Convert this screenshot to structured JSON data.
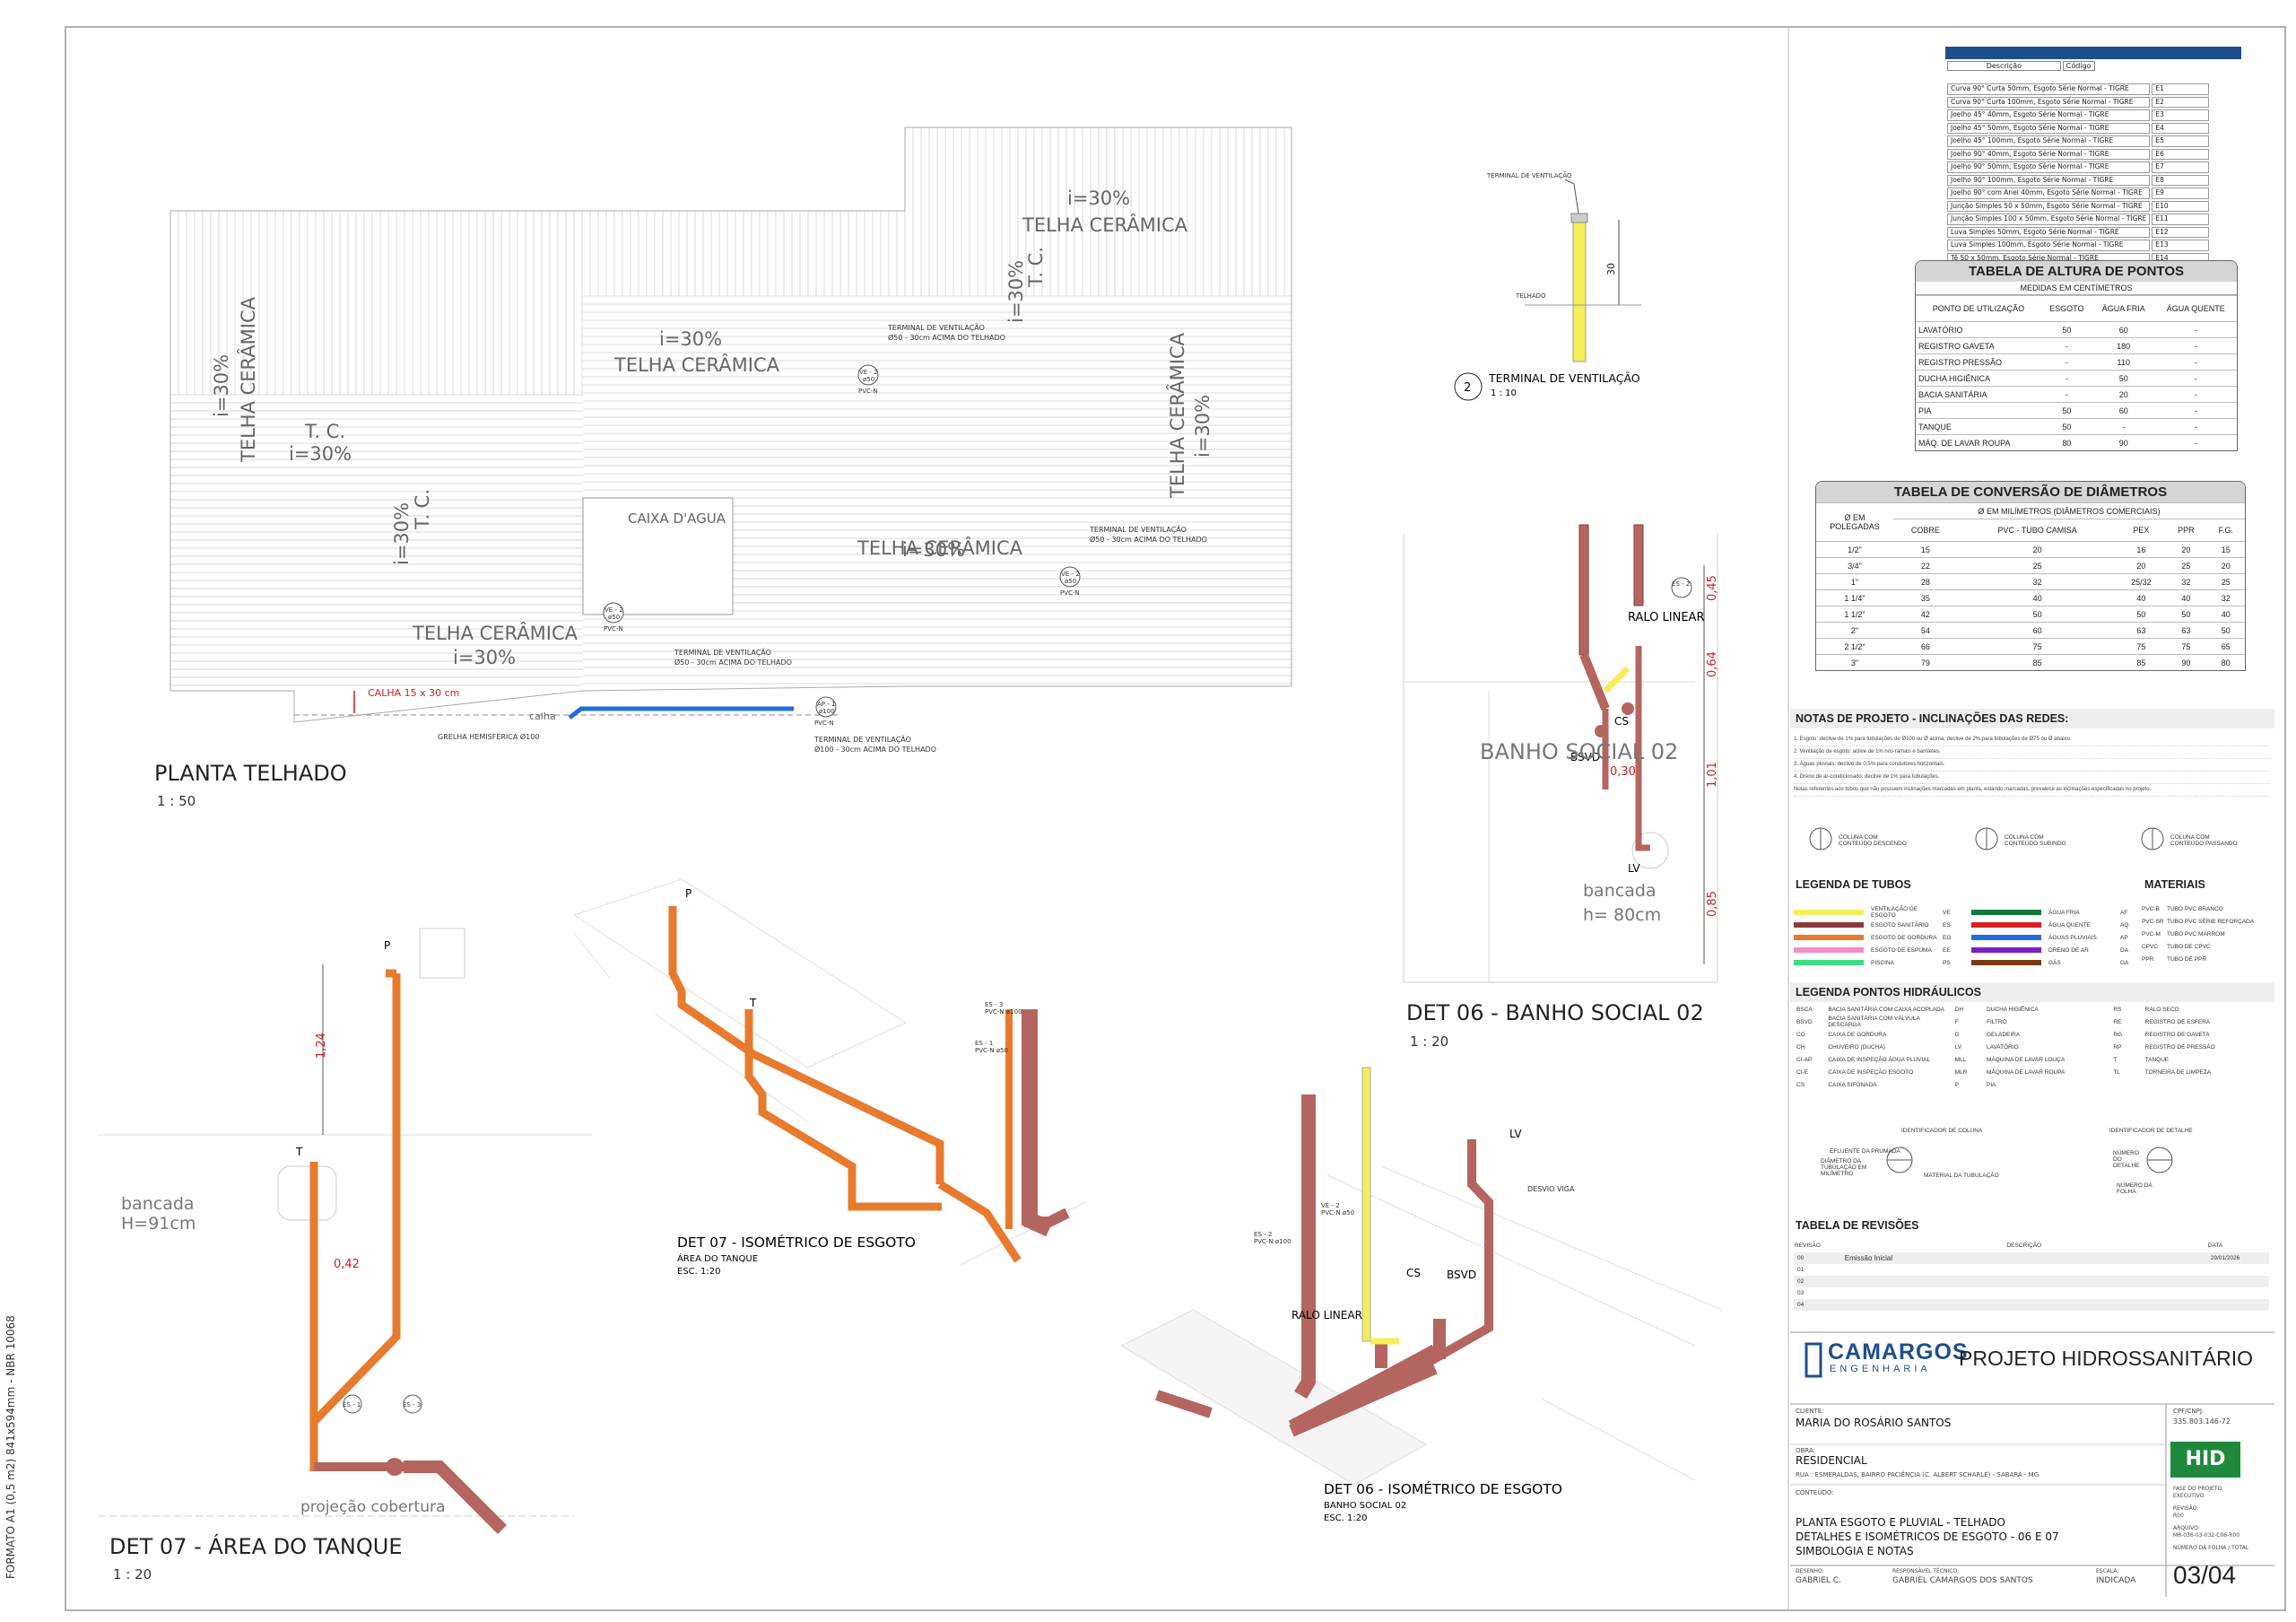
{
  "sheet": {
    "format_label": "FORMATO A1 (0,5 m2)  841x594mm - NBR 10068",
    "sheet_number": "03/04"
  },
  "roof_plan": {
    "title": "PLANTA TELHADO",
    "scale": "1 : 50",
    "slopes": [
      "i=30%",
      "TELHA CERÂMICA",
      "T. C.",
      "CAIXA D'AGUA"
    ],
    "gutter_label": "CALHA 15 x 30 cm",
    "gutter_text": "calha",
    "grid_label": "GRELHA HEMISFÉRICA Ø100",
    "vent_note_1": "TERMINAL DE VENTILAÇÃO",
    "vent_note_2": "Ø50 - 30cm ACIMA DO TELHADO",
    "vent_note_3": "Ø100 - 30cm ACIMA DO TELHADO",
    "tag_ve": "VE - 2",
    "tag_d50": "ø50",
    "tag_pvc": "PVC-N",
    "tag_ap": "AP - 1",
    "tag_d100": "ø100"
  },
  "vent_detail": {
    "number": "2",
    "title": "TERMINAL DE VENTILAÇÃO",
    "scale": "1 : 10",
    "label_top": "TERMINAL DE VENTILAÇÃO",
    "label_roof": "TELHADO",
    "dim": "30"
  },
  "det06": {
    "title": "DET 06 - BANHO SOCIAL 02",
    "scale": "1 : 20",
    "room": "BANHO SOCIAL 02",
    "bench": "bancada",
    "bench_h": "h= 80cm",
    "ralo": "RALO LINEAR",
    "cs": "CS",
    "bsvd": "BSVD",
    "lv": "LV",
    "dims": [
      "0,45",
      "0,64",
      "1,01",
      "0,85",
      "0,30"
    ],
    "tag_es": "ES - 2"
  },
  "det06_iso": {
    "title": "DET 06 - ISOMÉTRICO DE ESGOTO",
    "sub": "BANHO SOCIAL 02",
    "esc": "ESC. 1:20",
    "lv": "LV",
    "cs": "CS",
    "bsvd": "BSVD",
    "ralo": "RALO LINEAR",
    "desvio": "DESVIO VIGA",
    "tag_ve": "VE - 2",
    "tag_ve_d": "PVC-N ø50",
    "tag_es": "ES - 2",
    "tag_es_d": "PVC-N ø100"
  },
  "det07": {
    "title": "DET 07 - ÁREA DO TANQUE",
    "scale": "1 : 20",
    "bench": "bancada",
    "bench_h": "H=91cm",
    "proj": "projeção cobertura",
    "p": "P",
    "t": "T",
    "dims": [
      "1,24",
      "0,42"
    ],
    "tag_es1": "ES - 1",
    "tag_es3": "ES - 3"
  },
  "det07_iso": {
    "title": "DET 07 - ISOMÉTRICO DE ESGOTO",
    "sub": "ÁREA DO TANQUE",
    "esc": "ESC. 1:20",
    "p": "P",
    "t": "T",
    "tag_es3": "ES - 3",
    "tag_es3_d": "PVC-N ø100",
    "tag_es1": "ES - 1",
    "tag_es1_d": "PVC-N ø50"
  },
  "fittings_table": {
    "col_desc": "Descrição",
    "col_code": "Código",
    "rows": [
      [
        "Curva 90° Curta 50mm, Esgoto Série Normal - TIGRE",
        "E1"
      ],
      [
        "Curva 90° Curta 100mm, Esgoto Série Normal - TIGRE",
        "E2"
      ],
      [
        "Joelho 45° 40mm, Esgoto Série Normal - TIGRE",
        "E3"
      ],
      [
        "Joelho 45° 50mm, Esgoto Série Normal - TIGRE",
        "E4"
      ],
      [
        "Joelho 45° 100mm, Esgoto Série Normal - TIGRE",
        "E5"
      ],
      [
        "Joelho 90° 40mm, Esgoto Série Normal - TIGRE",
        "E6"
      ],
      [
        "Joelho 90° 50mm, Esgoto Série Normal - TIGRE",
        "E7"
      ],
      [
        "Joelho 90° 100mm, Esgoto Série Normal - TIGRE",
        "E8"
      ],
      [
        "Joelho 90° com Anel 40mm, Esgoto Série Normal - TIGRE",
        "E9"
      ],
      [
        "Junção Simples 50 x 50mm, Esgoto Série Normal - TIGRE",
        "E10"
      ],
      [
        "Junção Simples 100 x 50mm, Esgoto Série Normal - TIGRE",
        "E11"
      ],
      [
        "Luva Simples 50mm, Esgoto Série Normal - TIGRE",
        "E12"
      ],
      [
        "Luva Simples 100mm, Esgoto Série Normal - TIGRE",
        "E13"
      ],
      [
        "Tê 50 x 50mm, Esgoto Série Normal - TIGRE",
        "E14"
      ]
    ]
  },
  "height_table": {
    "title": "TABELA DE ALTURA DE PONTOS",
    "subtitle": "MEDIDAS EM CENTÍMETROS",
    "headers": [
      "PONTO DE UTILIZAÇÃO",
      "ESGOTO",
      "ÁGUA FRIA",
      "ÁGUA QUENTE"
    ],
    "rows": [
      [
        "LAVATÓRIO",
        "50",
        "60",
        "-"
      ],
      [
        "REGISTRO GAVETA",
        "-",
        "180",
        "-"
      ],
      [
        "REGISTRO PRESSÃO",
        "-",
        "110",
        "-"
      ],
      [
        "DUCHA HIGIÊNICA",
        "-",
        "50",
        "-"
      ],
      [
        "BACIA SANITÁRIA",
        "-",
        "20",
        "-"
      ],
      [
        "PIA",
        "50",
        "60",
        "-"
      ],
      [
        "TANQUE",
        "50",
        "-",
        "-"
      ],
      [
        "MÁQ. DE LAVAR ROUPA",
        "80",
        "90",
        "-"
      ]
    ]
  },
  "diam_table": {
    "title": "TABELA DE CONVERSÃO DE DIÂMETROS",
    "subtitle": "Ø EM MILÍMETROS (DIÂMETROS COMERCIAIS)",
    "first_header": "Ø EM POLEGADAS",
    "headers": [
      "COBRE",
      "PVC - TUBO CAMISA",
      "PEX",
      "PPR",
      "F.G."
    ],
    "rows": [
      [
        "1/2\"",
        "15",
        "20",
        "16",
        "20",
        "15"
      ],
      [
        "3/4\"",
        "22",
        "25",
        "20",
        "25",
        "20"
      ],
      [
        "1\"",
        "28",
        "32",
        "25/32",
        "32",
        "25"
      ],
      [
        "1 1/4\"",
        "35",
        "40",
        "40",
        "40",
        "32"
      ],
      [
        "1 1/2\"",
        "42",
        "50",
        "50",
        "50",
        "40"
      ],
      [
        "2\"",
        "54",
        "60",
        "63",
        "63",
        "50"
      ],
      [
        "2 1/2\"",
        "66",
        "75",
        "75",
        "75",
        "65"
      ],
      [
        "3\"",
        "79",
        "85",
        "85",
        "90",
        "80"
      ]
    ]
  },
  "notes": {
    "title": "NOTAS DE PROJETO - INCLINAÇÕES DAS REDES:",
    "lines": [
      "1. Esgoto: declive de 1% para tubulações de Ø100 ou Ø acima; declive de 2% para tubulações de Ø75 ou Ø abaixo.",
      "2. Ventilação de esgoto: aclive de 1% nos ramais e barriletes.",
      "3. Águas pluviais: declive de 0,5% para condutores horizontais.",
      "4. Dreno de ar-condicionado: declive de 1% para tubulações.",
      "Notas referentes aos tubos que não possuem inclinações marcadas em planta, estando marcadas, prevalece as inclinações especificadas no projeto."
    ],
    "col1": "COLUNA COM CONTEÚDO DESCENDO",
    "col2": "COLUNA COM CONTEÚDO SUBINDO",
    "col3": "COLUNA COM CONTEÚDO PASSANDO"
  },
  "pipe_legend": {
    "title": "LEGENDA DE TUBOS",
    "materials_title": "MATERIAIS",
    "left": [
      {
        "name": "VENTILAÇÃO DE ESGOTO",
        "code": "VE",
        "color": "#f5ee5a"
      },
      {
        "name": "ESGOTO SANITÁRIO",
        "code": "ES",
        "color": "#8b3a3a"
      },
      {
        "name": "ESGOTO DE GORDURA",
        "code": "EG",
        "color": "#e87a2e"
      },
      {
        "name": "ESGOTO DE ESPUMA",
        "code": "EE",
        "color": "#f28cc9"
      },
      {
        "name": "PISCINA",
        "code": "PS",
        "color": "#3ddc84"
      }
    ],
    "right": [
      {
        "name": "ÁGUA FRIA",
        "code": "AF",
        "color": "#0e7a3a"
      },
      {
        "name": "ÁGUA QUENTE",
        "code": "AQ",
        "color": "#d82020"
      },
      {
        "name": "ÁGUAS PLUVIAIS",
        "code": "AP",
        "color": "#1e6fd9"
      },
      {
        "name": "DRENO DE AR",
        "code": "DA",
        "color": "#7a1fc2"
      },
      {
        "name": "GÁS",
        "code": "GA",
        "color": "#7a3a10"
      }
    ],
    "materials": [
      [
        "PVC-B",
        "TUBO PVC BRANCO"
      ],
      [
        "PVC-SR",
        "TUBO PVC SÉRIE REFORÇADA"
      ],
      [
        "PVC-M",
        "TUBO PVC MARROM"
      ],
      [
        "CPVC",
        "TUBO DE CPVC"
      ],
      [
        "PPR",
        "TUBO DE PPR"
      ]
    ]
  },
  "points_legend": {
    "title": "LEGENDA PONTOS HIDRÁULICOS",
    "rows": [
      [
        "BSCA",
        "BACIA SANITÁRIA COM CAIXA ACOPLADA",
        "DH",
        "DUCHA HIGIÊNICA",
        "RS",
        "RALO SECO"
      ],
      [
        "BSVD",
        "BACIA SANITÁRIA COM VÁLVULA DESCARGA",
        "F",
        "FILTRO",
        "RE",
        "REGISTRO DE ESFERA"
      ],
      [
        "CG",
        "CAIXA DE GORDURA",
        "G",
        "GELADEIRA",
        "RG",
        "REGISTRO DE GAVETA"
      ],
      [
        "CH",
        "CHUVEIRO (DUCHA)",
        "LV",
        "LAVATÓRIO",
        "RP",
        "REGISTRO DE PRESSÃO"
      ],
      [
        "CI-AP",
        "CAIXA DE INSPEÇÃO ÁGUA PLUVIAL",
        "MLL",
        "MÁQUINA DE LAVAR LOUÇA",
        "T",
        "TANQUE"
      ],
      [
        "CI-E",
        "CAIXA DE INSPEÇÃO ESGOTO",
        "MLR",
        "MÁQUINA DE LAVAR ROUPA",
        "TL",
        "TORNEIRA DE LIMPEZA"
      ],
      [
        "CS",
        "CAIXA SIFONADA",
        "P",
        "PIA",
        "",
        ""
      ]
    ],
    "col_id": "IDENTIFICADOR DE COLUNA",
    "det_id": "IDENTIFICADOR DE DETALHE",
    "e1": "EFLUENTE DA PRUMADA",
    "e2": "DIÂMETRO DA TUBULAÇÃO EM MILÍMETRO",
    "e3": "MATERIAL DA TUBULAÇÃO",
    "d1": "NÚMERO DO DETALHE",
    "d2": "NÚMERO DA FOLHA"
  },
  "revisions": {
    "title": "TABELA DE REVISÕES",
    "headers": [
      "REVISÃO",
      "DESCRIÇÃO",
      "DATA"
    ],
    "rows": [
      [
        "00",
        "Emissão Inicial",
        "29/01/2026"
      ],
      [
        "01",
        "",
        ""
      ],
      [
        "02",
        "",
        ""
      ],
      [
        "03",
        "",
        ""
      ],
      [
        "04",
        "",
        ""
      ]
    ]
  },
  "title_block": {
    "company_1": "CAMARGOS",
    "company_2": "ENGENHARIA",
    "project": "PROJETO HIDROSSANITÁRIO",
    "client_label": "CLIENTE:",
    "client": "MARIA DO ROSÁRIO SANTOS",
    "cpf_label": "CPF/CNPJ:",
    "cpf": "335.803.146-72",
    "work_label": "OBRA:",
    "work": "RESIDENCIAL",
    "discipline": "HID",
    "address": "RUA : ESMERALDAS, BAIRRO PACIÊNCIA (C. ALBERT SCHARLÉ) - SABARÁ - MG",
    "content_label": "CONTEÚDO:",
    "content": [
      "PLANTA ESGOTO E PLUVIAL - TELHADO",
      "DETALHES E ISOMÉTRICOS DE ESGOTO - 06 E 07",
      "SIMBOLOGIA E NOTAS"
    ],
    "phase_label": "FASE DO PROJETO:",
    "phase": "EXECUTIVO",
    "rev_label": "REVISÃO:",
    "rev": "R00",
    "file_label": "ARQUIVO:",
    "file": "MR-036-03-032-C06-R00",
    "sheet_label": "NÚMERO DA FOLHA / TOTAL",
    "drawn_label": "DESENHO:",
    "drawn": "GABRIEL C.",
    "resp_label": "RESPONSÁVEL TÉCNICO:",
    "resp": "GABRIEL CAMARGOS DOS SANTOS",
    "scale_label": "ESCALA:",
    "scale": "INDICADA"
  },
  "colors": {
    "esgoto": "#b5655f",
    "gordura": "#e87a2e",
    "ventilacao": "#f5ee5a",
    "pluvial": "#1e6fd9",
    "dim": "#d21c1c",
    "accent": "#1f8a3c",
    "navy": "#1f4e8c"
  }
}
